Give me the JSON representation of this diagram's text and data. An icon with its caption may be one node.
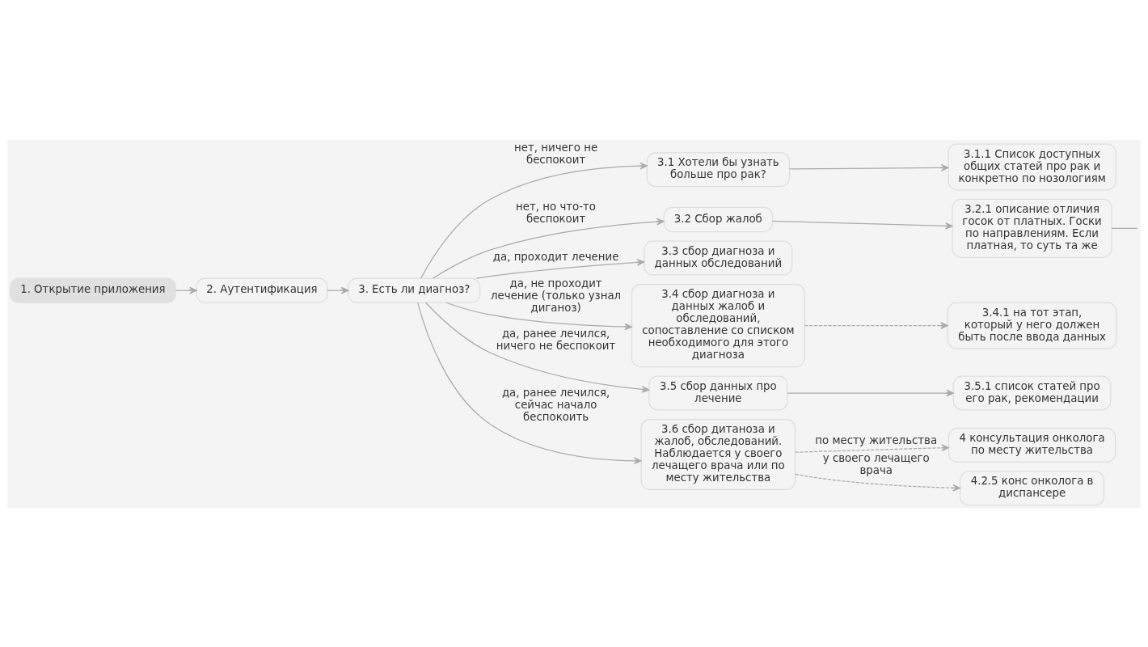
{
  "diagram": {
    "nodes": [
      {
        "text": [
          "1. Открытие приложения"
        ]
      },
      {
        "text": [
          "2. Аутентификация"
        ]
      },
      {
        "text": [
          "3. Есть ли диагноз?"
        ]
      },
      {
        "text": [
          "3.1 Хотели бы узнать больше про рак?"
        ]
      },
      {
        "text": [
          "3.1.1 Список доступных общих статей про рак и конкретно по нозологиям"
        ]
      },
      {
        "text": [
          "3.2 Сбор жалоб"
        ]
      },
      {
        "text": [
          "3.2.1 описание отличия госок от платных. Госки по направлениям. Если платная, то суть та же"
        ]
      },
      {
        "text": [
          "3.3 сбор диагноза и данных обследований"
        ]
      },
      {
        "text": [
          "3.4 сбор диагноза и данных жалоб и обследований, сопоставление со списком необходимого для этого диагноза"
        ]
      },
      {
        "text": [
          "3.4.1 на тот этап, который у него должен быть после ввода данных"
        ]
      },
      {
        "text": [
          "3.5 сбор данных про лечение"
        ]
      },
      {
        "text": [
          "3.5.1 список статей про его рак, рекомендации"
        ]
      },
      {
        "text": [
          "3.6 сбор дитаноза и жалоб, обследований. Наблюдается у своего лечащего врача или по месту жительства"
        ]
      },
      {
        "text": [
          "4 консультация онколога по месту жительства"
        ]
      },
      {
        "text": [
          "4.2.5 конс онколога в диспансере"
        ]
      }
    ],
    "edges": [
      {
        "from": 0,
        "to": 1,
        "arrow": "to"
      },
      {
        "from": 1,
        "to": 2,
        "arrow": "to"
      },
      {
        "from": 2,
        "to": 3,
        "arrow": "to",
        "label": "нет, ничего не беспокоит"
      },
      {
        "from": 2,
        "to": 5,
        "arrow": "to",
        "label": "нет, но что-то беспокоит"
      },
      {
        "from": 2,
        "to": 7,
        "arrow": "to",
        "label": "да, проходит лечение"
      },
      {
        "from": 2,
        "to": 8,
        "arrow": "to",
        "label": "да, не проходит лечение (только узнал диганоз)"
      },
      {
        "from": 2,
        "to": 10,
        "arrow": "to",
        "label": "да, ранее лечился, ничего не беспокоит"
      },
      {
        "from": 2,
        "to": 12,
        "arrow": "to",
        "label": "да, ранее лечился, сейчас начало беспокоить"
      },
      {
        "from": 3,
        "to": 4,
        "arrow": "to"
      },
      {
        "from": 5,
        "to": 6,
        "arrow": "to"
      },
      {
        "from": 6,
        "to": null,
        "arrow": "none"
      },
      {
        "from": 8,
        "to": 9,
        "arrow": "to",
        "style": "dashed"
      },
      {
        "from": 10,
        "to": 11,
        "arrow": "to"
      },
      {
        "from": 12,
        "to": 13,
        "arrow": "to",
        "style": "dashed",
        "label": "по месту жительства"
      },
      {
        "from": 12,
        "to": 14,
        "arrow": "to",
        "style": "dashed",
        "label": "у своего лечащего врача"
      }
    ]
  }
}
